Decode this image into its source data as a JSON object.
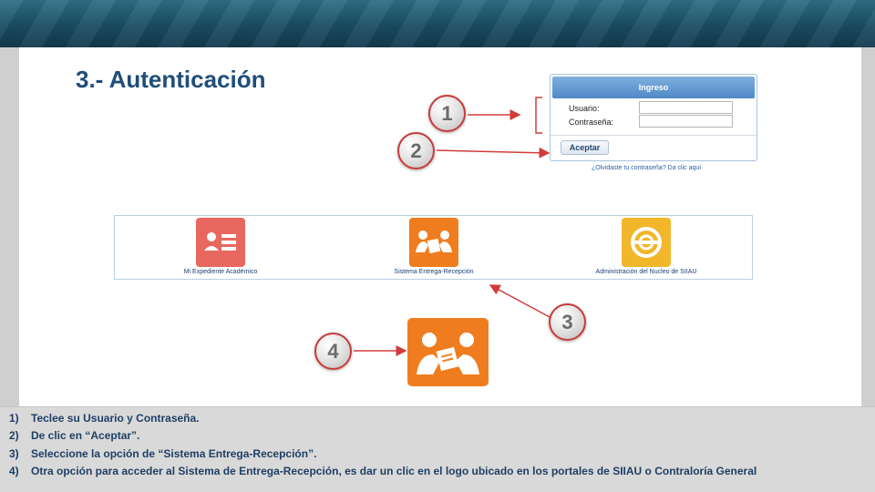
{
  "title": "3.- Autenticación",
  "login": {
    "header": "Ingreso",
    "user_label": "Usuario:",
    "user_value": "",
    "password_label": "Contraseña:",
    "password_value": "",
    "submit_label": "Aceptar",
    "forgot_link": "¿Olvidaste tu contraseña? Da clic aquí"
  },
  "apps": [
    {
      "label": "Mi Expediente Académico",
      "icon": "student-record-icon",
      "color": "#e8685f"
    },
    {
      "label": "Sistema Entrega-Recepción",
      "icon": "handover-icon",
      "color": "#ef7d1f"
    },
    {
      "label": "Administración del Nucleo de SIIAU",
      "icon": "siiau-admin-icon",
      "color": "#f2b62b"
    }
  ],
  "callouts": [
    "1",
    "2",
    "3",
    "4"
  ],
  "instructions": [
    {
      "num": "1)",
      "text": "Teclee su Usuario y Contraseña."
    },
    {
      "num": "2)",
      "text": "De clic en “Aceptar”."
    },
    {
      "num": "3)",
      "text": "Seleccione la opción de “Sistema Entrega-Recepción”."
    },
    {
      "num": "4)",
      "text": "Otra opción para acceder al Sistema de Entrega-Recepción, es dar un clic en el logo ubicado en los portales de SIIAU o Contraloría General"
    }
  ],
  "colors": {
    "title": "#1f4e79",
    "callout_border": "#c83a3a",
    "arrow": "#d23b3b",
    "instruction_text": "#1f3f66"
  }
}
